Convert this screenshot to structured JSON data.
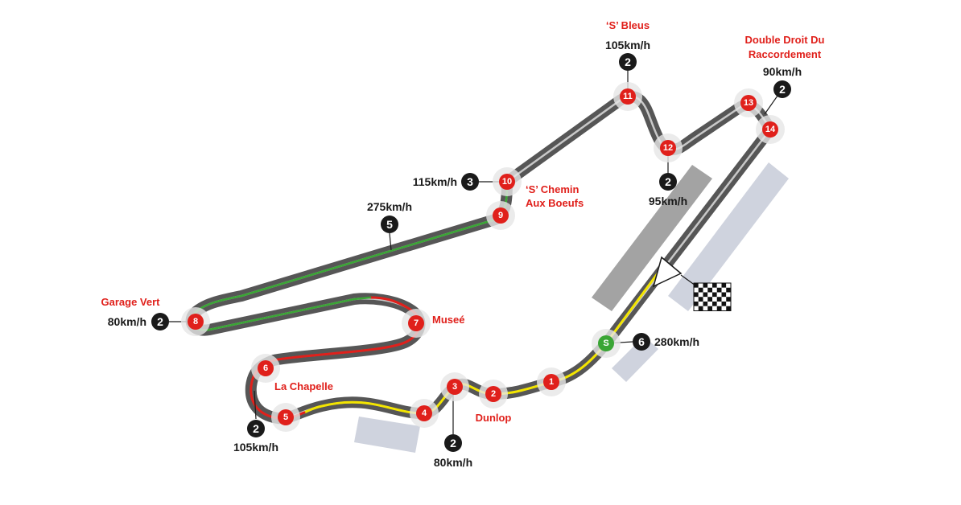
{
  "colors": {
    "track": "#565656",
    "inner": "#c8c8c8",
    "corner": "#e0201b",
    "gear": "#1a1a1a",
    "start": "#3aa535",
    "zone_fast": "#3aa535",
    "zone_medium": "#f3e500",
    "zone_slow": "#e0201b"
  },
  "start_marker": "S",
  "corners": [
    "1",
    "2",
    "3",
    "4",
    "5",
    "6",
    "7",
    "8",
    "9",
    "10",
    "11",
    "12",
    "13",
    "14"
  ],
  "names": {
    "s_bleus": "‘S’ Bleus",
    "double_droit_1": "Double Droit Du",
    "double_droit_2": "Raccordement",
    "s_chemin_1": "‘S’ Chemin",
    "s_chemin_2": "Aux Boeufs",
    "garage_vert": "Garage Vert",
    "musee": "Museé",
    "la_chapelle": "La Chapelle",
    "dunlop": "Dunlop"
  },
  "callouts": {
    "c11": {
      "gear": "2",
      "speed": "105km/h"
    },
    "c14": {
      "gear": "2",
      "speed": "90km/h"
    },
    "c12": {
      "gear": "2",
      "speed": "95km/h"
    },
    "c10": {
      "gear": "3",
      "speed": "115km/h"
    },
    "straight": {
      "gear": "5",
      "speed": "275km/h"
    },
    "c8": {
      "gear": "2",
      "speed": "80km/h"
    },
    "c5": {
      "gear": "2",
      "speed": "105km/h"
    },
    "c3": {
      "gear": "2",
      "speed": "80km/h"
    },
    "start": {
      "gear": "6",
      "speed": "280km/h"
    }
  }
}
